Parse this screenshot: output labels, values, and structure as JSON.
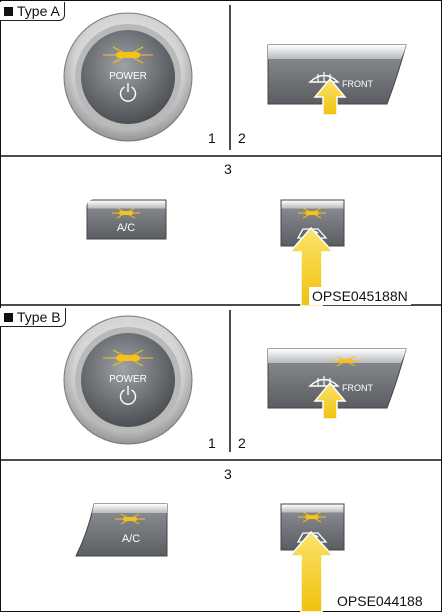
{
  "panels": [
    {
      "title": "Type A",
      "code": "OPSE045188N",
      "labels": {
        "one": "1",
        "two": "2",
        "three": "3"
      },
      "buttons": {
        "power": "POWER",
        "front": "FRONT",
        "ac": "A/C"
      }
    },
    {
      "title": "Type B",
      "code": "OPSE044188",
      "labels": {
        "one": "1",
        "two": "2",
        "three": "3"
      },
      "buttons": {
        "power": "POWER",
        "front": "FRONT",
        "ac": "A/C"
      }
    }
  ],
  "colors": {
    "indicator": "#f5c21a",
    "arrow": "#f2c814",
    "button": "#6f7276",
    "divider": "#111111"
  }
}
